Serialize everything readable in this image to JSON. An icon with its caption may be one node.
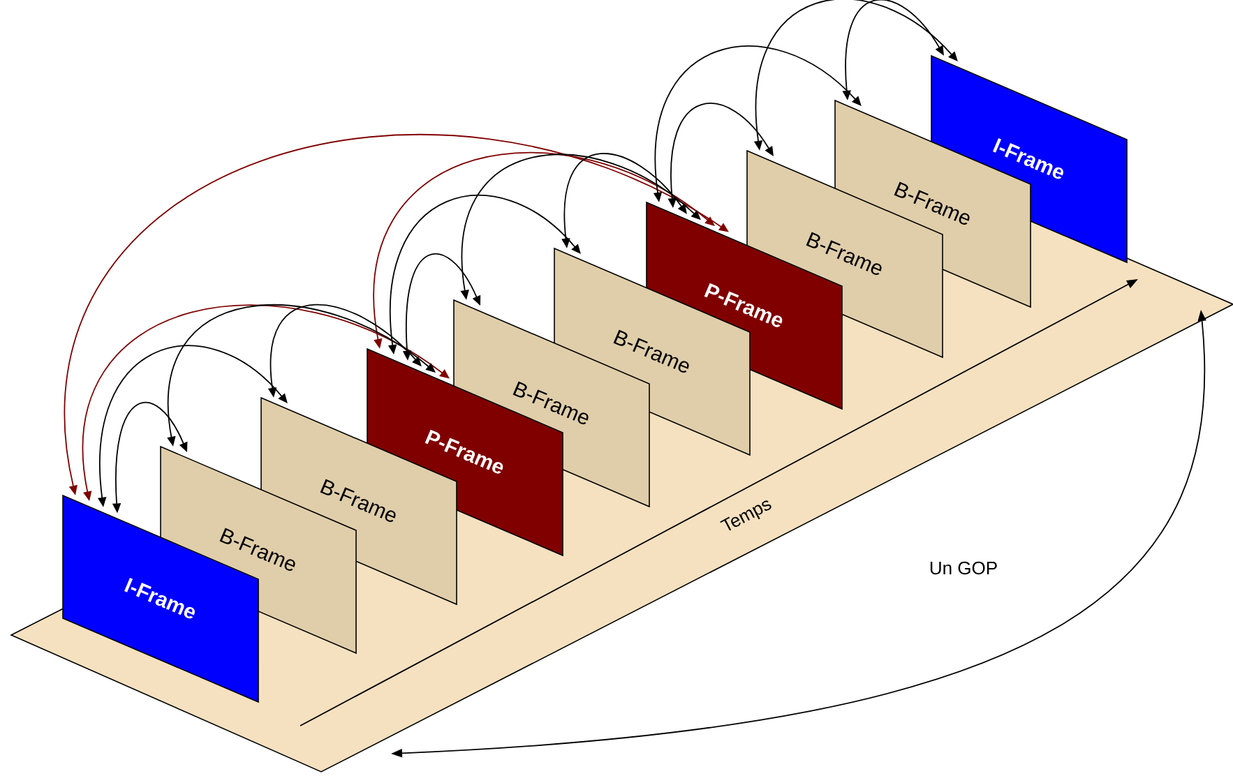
{
  "diagram": {
    "nodes": [
      {
        "text": [
          "I-Frame"
        ]
      },
      {
        "text": [
          "B-Frame"
        ]
      },
      {
        "text": [
          "B-Frame"
        ]
      },
      {
        "text": [
          "P-Frame"
        ]
      },
      {
        "text": [
          "B-Frame"
        ]
      },
      {
        "text": [
          "B-Frame"
        ]
      },
      {
        "text": [
          "P-Frame"
        ]
      },
      {
        "text": [
          "B-Frame"
        ]
      },
      {
        "text": [
          "B-Frame"
        ]
      },
      {
        "text": [
          "I-Frame"
        ]
      }
    ],
    "edges": [
      {
        "from": 0,
        "to": 6,
        "arrow": "both",
        "color": "#800000"
      },
      {
        "from": 0,
        "to": 3,
        "arrow": "both",
        "color": "#800000"
      },
      {
        "from": 3,
        "to": 6,
        "arrow": "both",
        "color": "#800000"
      },
      {
        "from": 0,
        "to": 1,
        "arrow": "both"
      },
      {
        "from": 0,
        "to": 2,
        "arrow": "both"
      },
      {
        "from": 1,
        "to": 3,
        "arrow": "both"
      },
      {
        "from": 2,
        "to": 3,
        "arrow": "both"
      },
      {
        "from": 3,
        "to": 4,
        "arrow": "both"
      },
      {
        "from": 3,
        "to": 5,
        "arrow": "both"
      },
      {
        "from": 4,
        "to": 6,
        "arrow": "both"
      },
      {
        "from": 5,
        "to": 6,
        "arrow": "both"
      },
      {
        "from": 6,
        "to": 7,
        "arrow": "both"
      },
      {
        "from": 6,
        "to": 8,
        "arrow": "both"
      },
      {
        "from": 7,
        "to": 9,
        "arrow": "both"
      },
      {
        "from": 8,
        "to": 9,
        "arrow": "both"
      }
    ],
    "labels": [
      "Temps",
      "Un GOP"
    ]
  }
}
